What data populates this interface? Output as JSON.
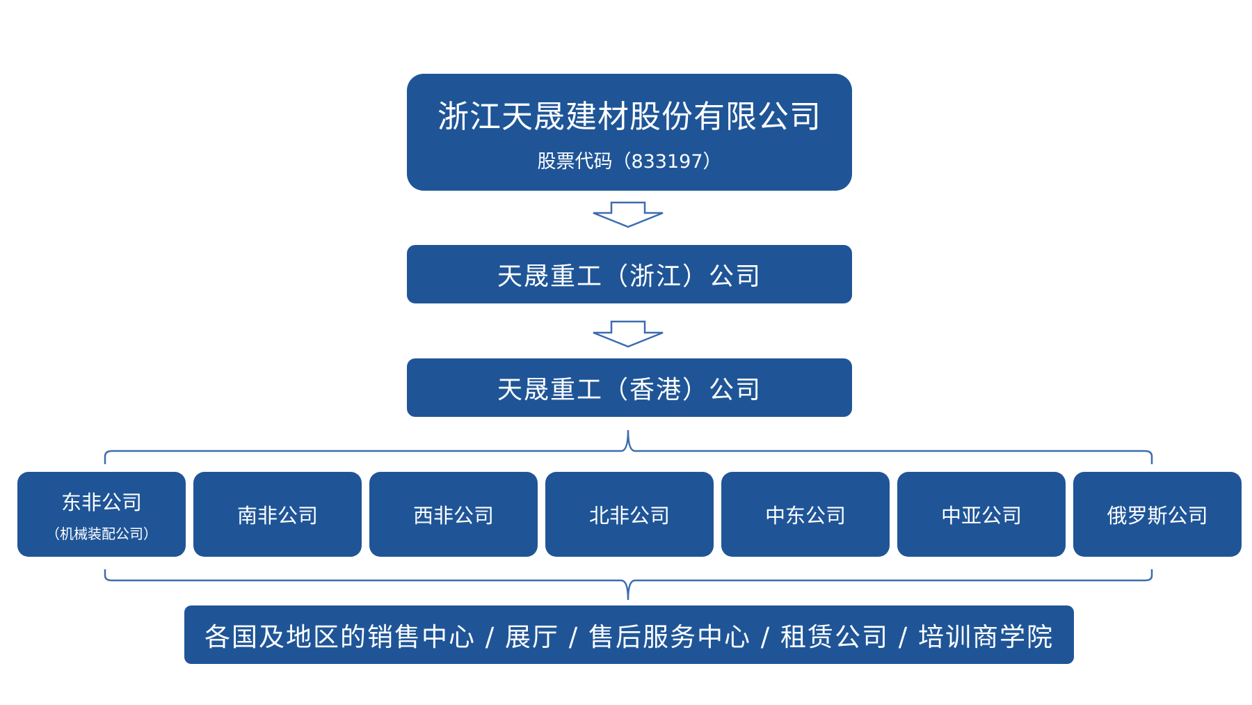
{
  "top": {
    "title": "浙江天晟建材股份有限公司",
    "stock_code": "股票代码（833197）"
  },
  "level2": {
    "label": "天晟重工（浙江）公司"
  },
  "level3": {
    "label": "天晟重工（香港）公司"
  },
  "regions": [
    {
      "label": "东非公司",
      "sub": "（机械装配公司）"
    },
    {
      "label": "南非公司"
    },
    {
      "label": "西非公司"
    },
    {
      "label": "北非公司"
    },
    {
      "label": "中东公司"
    },
    {
      "label": "中亚公司"
    },
    {
      "label": "俄罗斯公司"
    }
  ],
  "bottom": {
    "label": "各国及地区的销售中心 / 展厅 / 售后服务中心 / 租赁公司 / 培训商学院"
  },
  "colors": {
    "box": "#1f5597",
    "connector": "#3c6cb0",
    "text": "#ffffff"
  },
  "icons": {
    "arrow": "down-arrow-icon",
    "brace": "curly-brace-icon"
  }
}
